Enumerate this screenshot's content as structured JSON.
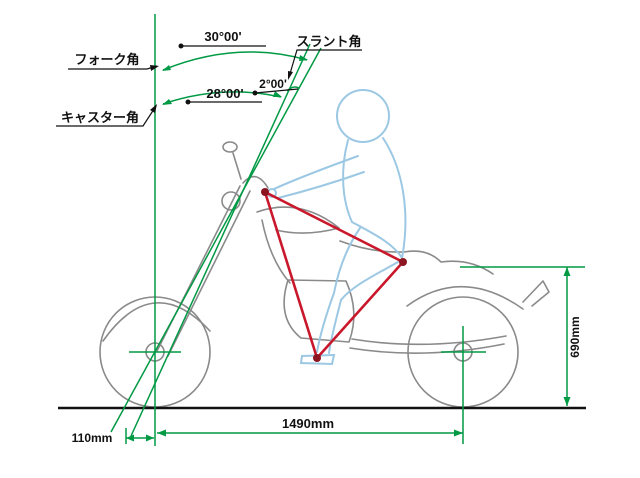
{
  "diagram": {
    "subject": "motorcycle-riding-position-geometry",
    "labels": {
      "fork_angle": "フォーク角",
      "caster_angle": "キャスター角",
      "slant_angle": "スラント角"
    },
    "values": {
      "fork_angle": "30°00'",
      "caster_angle": "28°00'",
      "slant_angle": "2°00'"
    },
    "dimensions": {
      "trail": "110mm",
      "wheelbase": "1490mm",
      "seat_height": "690mm"
    },
    "colors": {
      "measure_green": "#009944",
      "frame_red": "#c9182b",
      "vertex_dark_red": "#8b1520",
      "rider_blue": "#9cc8e4",
      "bike_gray": "#8a8a8a",
      "ink_black": "#111111"
    }
  }
}
